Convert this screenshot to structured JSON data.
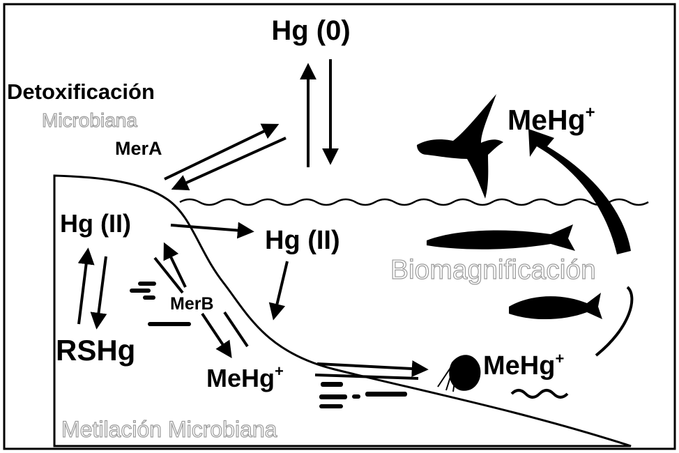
{
  "labels": {
    "hg0": "Hg (0)",
    "detox_line1": "Detoxificación",
    "detox_line2": "Microbiana",
    "mera": "MerA",
    "mehg_top": "MeHg",
    "mehg_top_sup": "+",
    "hg2_sediment": "Hg (II)",
    "hg2_water": "Hg (II)",
    "biomag": "Biomagnificación",
    "merb": "MerB",
    "rshg": "RSHg",
    "mehg_sediment": "MeHg",
    "mehg_sediment_sup": "+",
    "mehg_right": "MeHg",
    "mehg_right_sup": "+",
    "metilacion": "Metilación Microbiana"
  },
  "colors": {
    "ink": "#000000",
    "outline_text": "#9a9a9a",
    "background": "#ffffff"
  },
  "icons": [
    "bird-icon",
    "large-fish-icon",
    "small-fish-icon",
    "crustacean-icon",
    "worm-icon",
    "bacteria-icon"
  ]
}
